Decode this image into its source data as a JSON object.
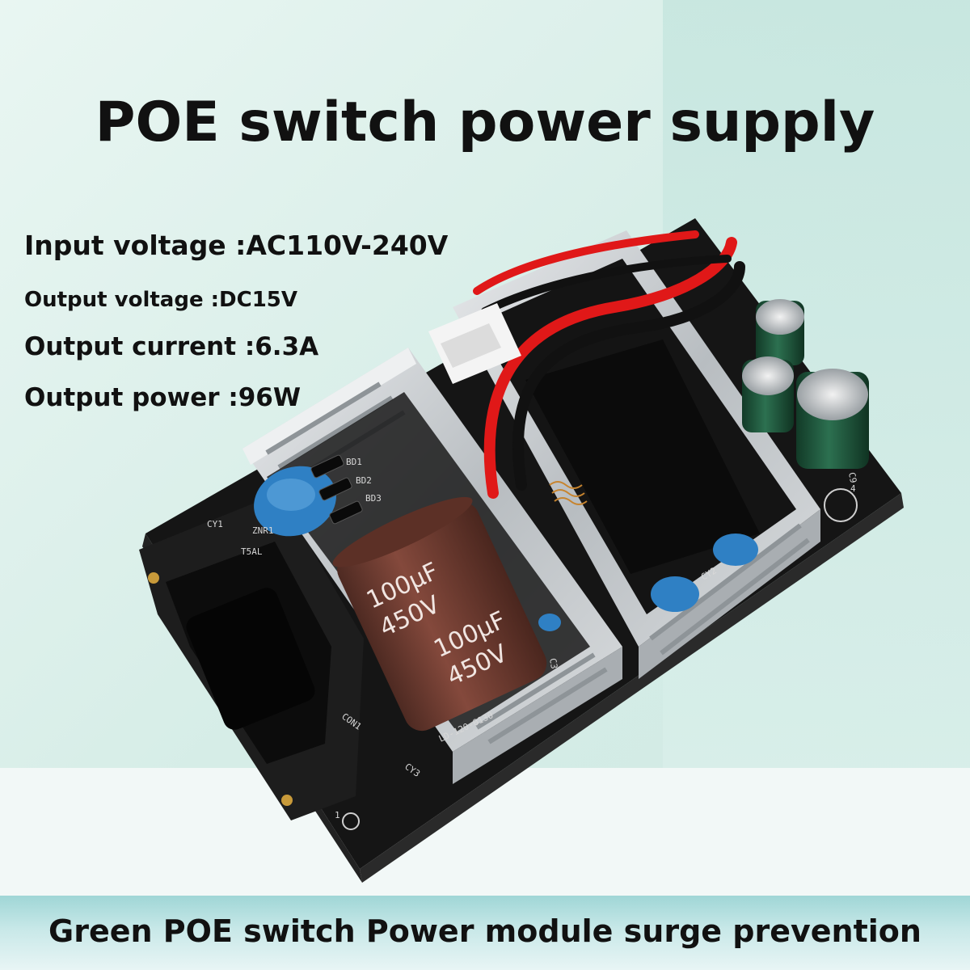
{
  "headline": "POE switch power supply",
  "specs": [
    "Input voltage :AC110V-240V",
    "Output voltage :DC15V",
    "Output current :6.3A",
    "Output power :96W"
  ],
  "footer": "Green POE switch Power module surge prevention",
  "board_markings": {
    "cap_value": "100µF",
    "cap_voltage": "450V",
    "bd1": "BD1",
    "bd2": "BD2",
    "bd3": "BD3",
    "cy1": "CY1",
    "cy2": "CY2",
    "cy3": "CY3",
    "znr1": "ZNR1",
    "fuse": "T5AL",
    "con1": "CON1",
    "model": "LD-120-0130",
    "c9": "C9",
    "c3": "C3",
    "num4": "4",
    "num1": "1"
  },
  "colors": {
    "bg_light": "#e6f4f0",
    "bg_panel": "#cfeae4",
    "pcb": "#141414",
    "heatsink": "#c9cdd0",
    "cap_brown": "#6b3a30",
    "cap_green": "#1e5a3c",
    "y_cap_blue": "#2f7fc0",
    "wire_red": "#e11818",
    "wire_black": "#111111"
  }
}
